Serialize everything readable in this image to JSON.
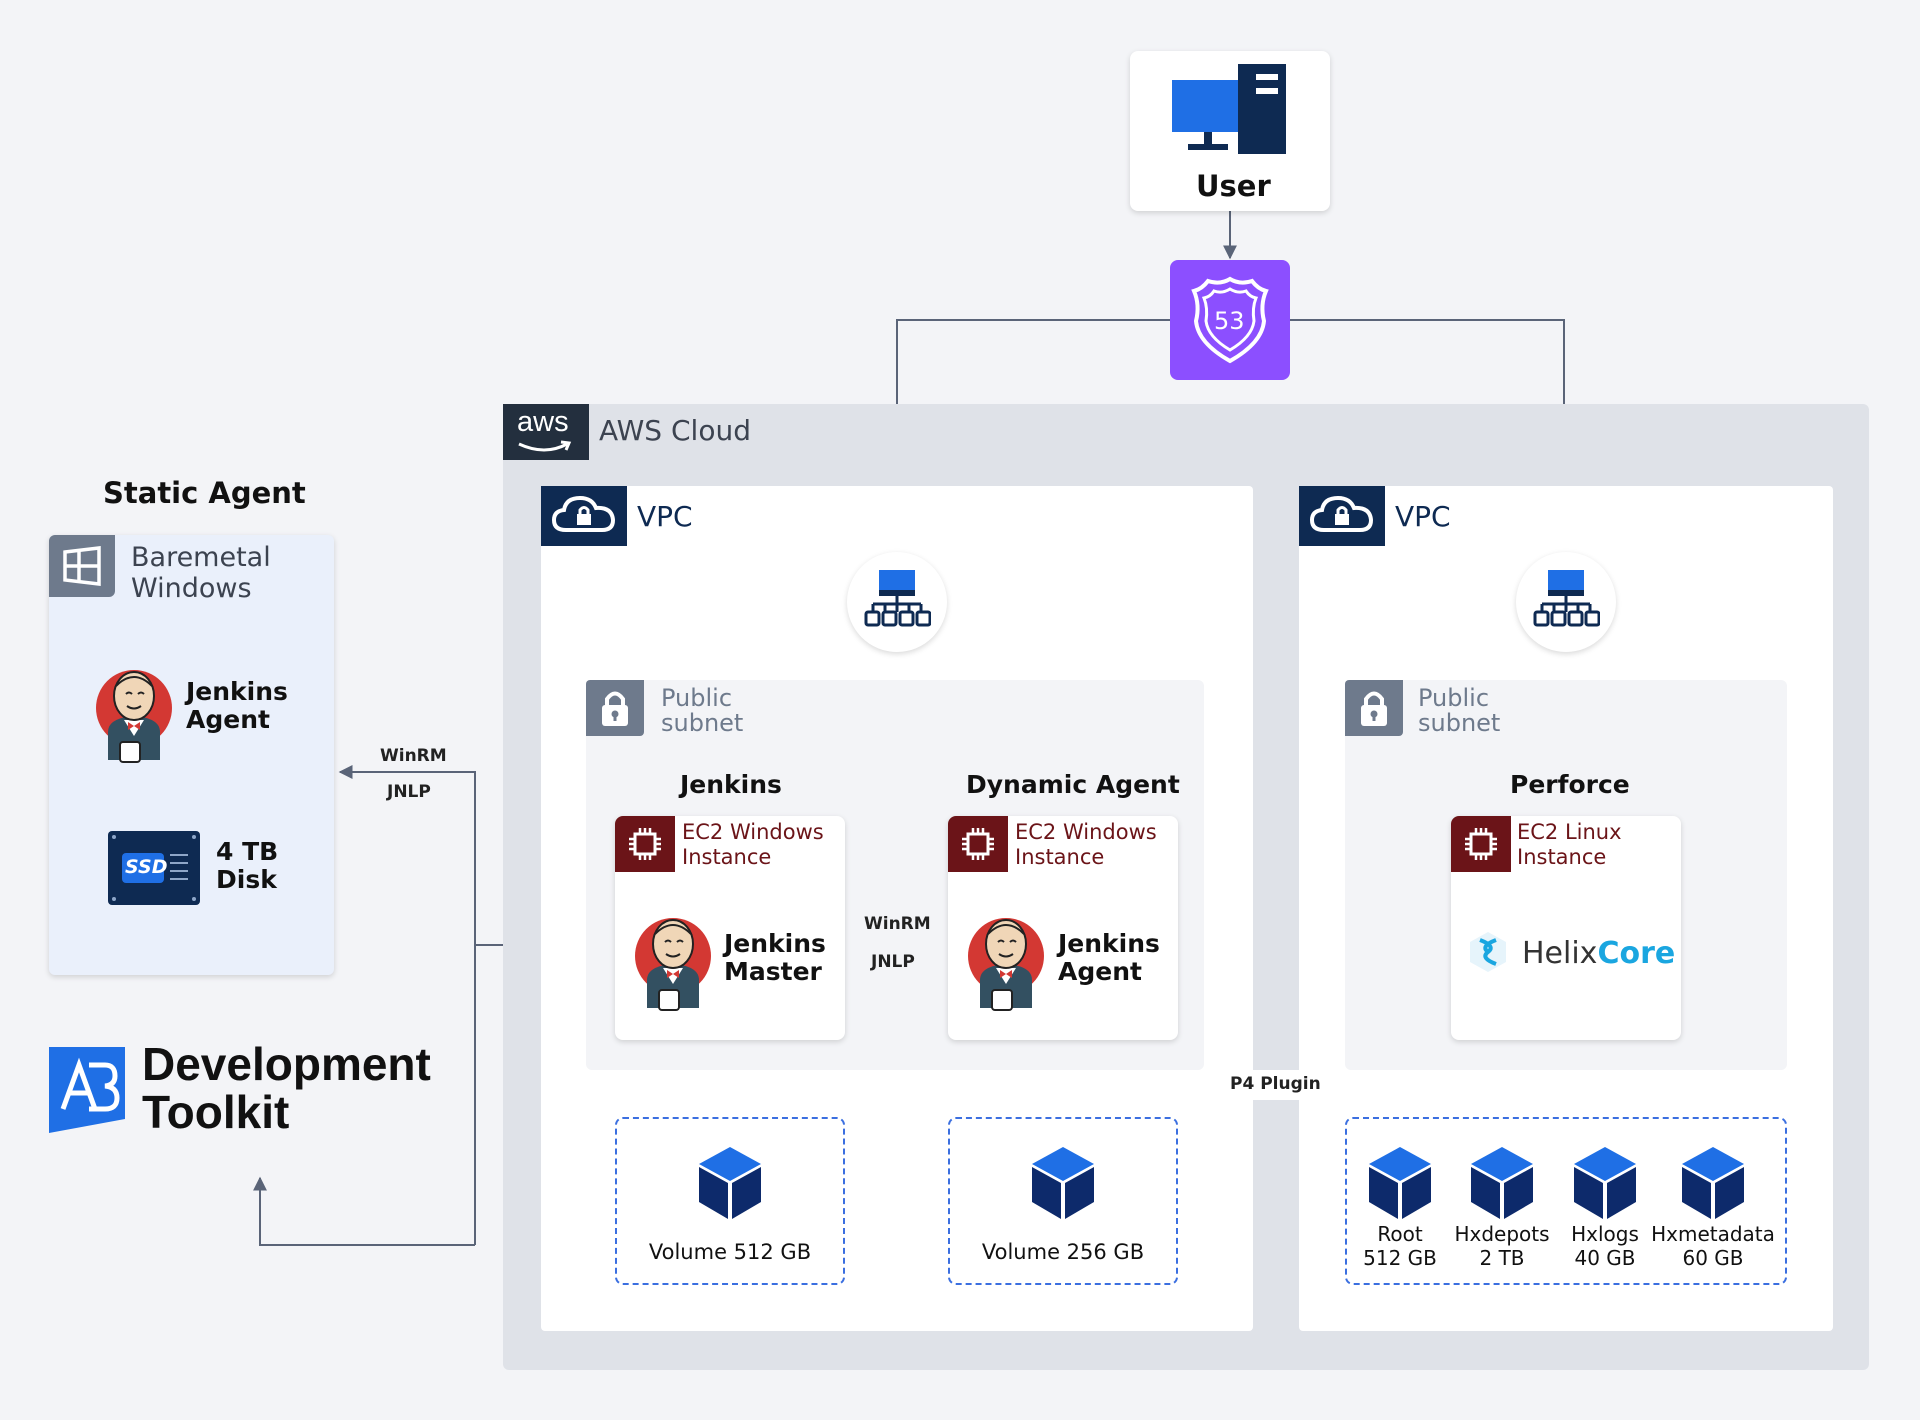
{
  "user": {
    "label": "User"
  },
  "route53": {
    "label": "53"
  },
  "aws": {
    "logo": "aws",
    "title": "AWS Cloud"
  },
  "static_agent": {
    "heading": "Static Agent",
    "os_line1": "Baremetal",
    "os_line2": "Windows",
    "jenkins_line1": "Jenkins",
    "jenkins_line2": "Agent",
    "disk_line1": "4 TB",
    "disk_line2": "Disk",
    "ssd": "SSD"
  },
  "links": {
    "winrm_left": "WinRM",
    "jnlp_left": "JNLP",
    "winrm_mid": "WinRM",
    "jnlp_mid": "JNLP",
    "p4_plugin": "P4 Plugin"
  },
  "vpc_left": {
    "label": "VPC",
    "subnet_line1": "Public",
    "subnet_line2": "subnet",
    "jenkins": {
      "heading": "Jenkins",
      "ec2_line1": "EC2 Windows",
      "ec2_line2": "Instance",
      "name_line1": "Jenkins",
      "name_line2": "Master",
      "volume": "Volume 512 GB"
    },
    "dynamic": {
      "heading": "Dynamic Agent",
      "ec2_line1": "EC2 Windows",
      "ec2_line2": "Instance",
      "name_line1": "Jenkins",
      "name_line2": "Agent",
      "volume": "Volume 256 GB"
    }
  },
  "vpc_right": {
    "label": "VPC",
    "subnet_line1": "Public",
    "subnet_line2": "subnet",
    "perforce": {
      "heading": "Perforce",
      "ec2_line1": "EC2 Linux",
      "ec2_line2": "Instance",
      "product_a": "Helix",
      "product_b": "Core"
    },
    "volumes": [
      {
        "name": "Root",
        "size": "512 GB"
      },
      {
        "name": "Hxdepots",
        "size": "2 TB"
      },
      {
        "name": "Hxlogs",
        "size": "40 GB"
      },
      {
        "name": "Hxmetadata",
        "size": "60 GB"
      }
    ]
  },
  "brand": {
    "logo": "AB",
    "line1": "Development",
    "line2": "Toolkit"
  },
  "colors": {
    "route53": "#8c4fff",
    "ec2": "#6b1418",
    "vpc": "#0e2a52",
    "ebs": "#0d2a6b",
    "ebs_top": "#1f6fe5",
    "wire": "#5a6478",
    "p4": "#8fb8f7"
  },
  "icons": [
    "desktop-server-icon",
    "route53-shield-icon",
    "aws-logo-icon",
    "cloud-lock-icon",
    "load-balancer-icon",
    "padlock-icon",
    "cpu-chip-icon",
    "jenkins-butler-icon",
    "windows-icon",
    "ssd-icon",
    "ebs-cube-icon",
    "helix-icon",
    "ab-logo-icon"
  ]
}
